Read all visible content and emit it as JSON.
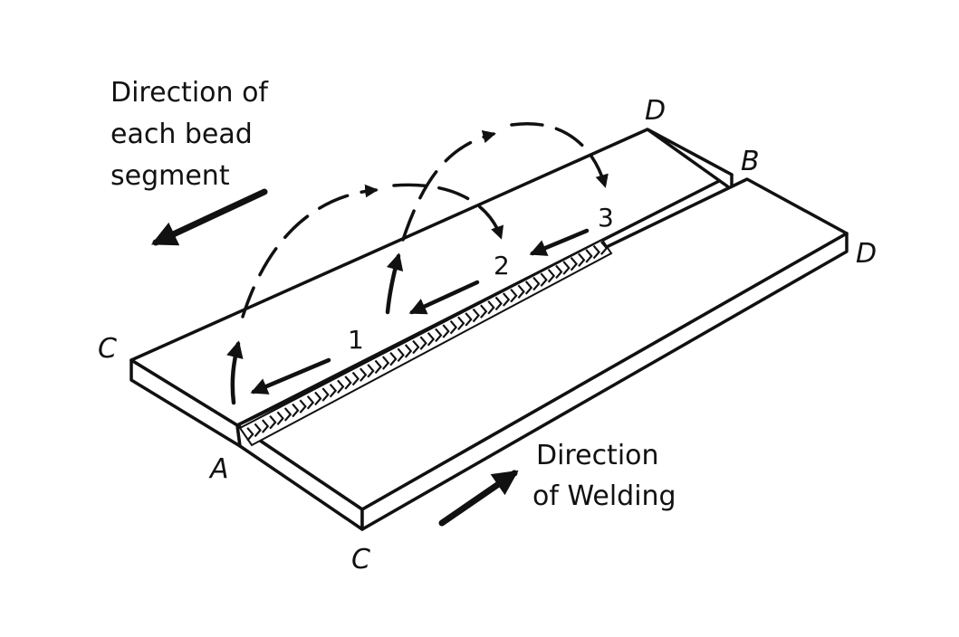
{
  "labels": {
    "bead_direction": [
      "Direction of",
      "each bead",
      "segment"
    ],
    "welding_direction": [
      "Direction",
      "of Welding"
    ]
  },
  "corners": {
    "a": "A",
    "b": "B",
    "c_left": "C",
    "c_bottom": "C",
    "d_top": "D",
    "d_right": "D"
  },
  "segments": [
    "1",
    "2",
    "3"
  ]
}
